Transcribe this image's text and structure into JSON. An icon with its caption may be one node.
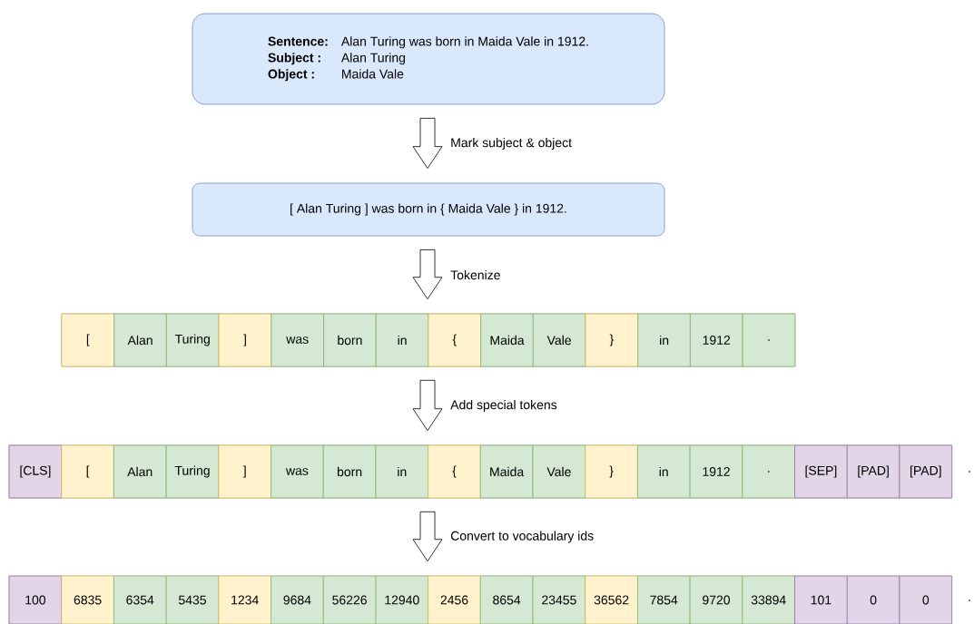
{
  "diagram": {
    "nodes": [
      {
        "text": [
          "Sentence:",
          "Alan Turing was born in Maida Vale in 1912.",
          "Subject   :",
          "Alan Turing",
          "Object     :",
          "Maida Vale"
        ]
      },
      {
        "text": [
          "[ Alan Turing ] was born in { Maida Vale } in 1912."
        ]
      },
      {
        "text": [],
        "shape": "bar"
      },
      {
        "text": [
          "["
        ],
        "in": 2
      },
      {
        "text": [
          "Alan"
        ],
        "in": 2
      },
      {
        "text": [
          "Turing"
        ],
        "in": 2
      },
      {
        "text": [
          "]"
        ],
        "in": 2
      },
      {
        "text": [
          "was"
        ],
        "in": 2
      },
      {
        "text": [
          "born"
        ],
        "in": 2
      },
      {
        "text": [
          "in"
        ],
        "in": 2
      },
      {
        "text": [
          "{"
        ],
        "in": 2
      },
      {
        "text": [
          "Maida"
        ],
        "in": 2
      },
      {
        "text": [
          "Vale"
        ],
        "in": 2
      },
      {
        "text": [
          "}"
        ],
        "in": 2
      },
      {
        "text": [
          "in"
        ],
        "in": 2
      },
      {
        "text": [
          "1912"
        ],
        "in": 2
      },
      {
        "text": [
          "."
        ],
        "in": 2
      },
      {
        "text": [],
        "shape": "bar"
      },
      {
        "text": [
          "[CLS]"
        ],
        "in": 17
      },
      {
        "text": [
          "["
        ],
        "in": 17
      },
      {
        "text": [
          "Alan"
        ],
        "in": 17
      },
      {
        "text": [
          "Turing"
        ],
        "in": 17
      },
      {
        "text": [
          "]"
        ],
        "in": 17
      },
      {
        "text": [
          "was"
        ],
        "in": 17
      },
      {
        "text": [
          "born"
        ],
        "in": 17
      },
      {
        "text": [
          "in"
        ],
        "in": 17
      },
      {
        "text": [
          "{"
        ],
        "in": 17
      },
      {
        "text": [
          "Maida"
        ],
        "in": 17
      },
      {
        "text": [
          "Vale"
        ],
        "in": 17
      },
      {
        "text": [
          "}"
        ],
        "in": 17
      },
      {
        "text": [
          "in"
        ],
        "in": 17
      },
      {
        "text": [
          "1912"
        ],
        "in": 17
      },
      {
        "text": [
          "."
        ],
        "in": 17
      },
      {
        "text": [
          "[SEP]"
        ],
        "in": 17
      },
      {
        "text": [
          "[PAD]"
        ],
        "in": 17
      },
      {
        "text": [
          "[PAD]"
        ],
        "in": 17
      },
      {
        "text": [],
        "shape": "bar"
      },
      {
        "text": [
          "100"
        ],
        "in": 36
      },
      {
        "text": [
          "6835"
        ],
        "in": 36
      },
      {
        "text": [
          "6354"
        ],
        "in": 36
      },
      {
        "text": [
          "5435"
        ],
        "in": 36
      },
      {
        "text": [
          "1234"
        ],
        "in": 36
      },
      {
        "text": [
          "9684"
        ],
        "in": 36
      },
      {
        "text": [
          "56226"
        ],
        "in": 36
      },
      {
        "text": [
          "12940"
        ],
        "in": 36
      },
      {
        "text": [
          "2456"
        ],
        "in": 36
      },
      {
        "text": [
          "8654"
        ],
        "in": 36
      },
      {
        "text": [
          "23455"
        ],
        "in": 36
      },
      {
        "text": [
          "36562"
        ],
        "in": 36
      },
      {
        "text": [
          "7854"
        ],
        "in": 36
      },
      {
        "text": [
          "9720"
        ],
        "in": 36
      },
      {
        "text": [
          "33894"
        ],
        "in": 36
      },
      {
        "text": [
          "101"
        ],
        "in": 36
      },
      {
        "text": [
          "0"
        ],
        "in": 36
      },
      {
        "text": [
          "0"
        ],
        "in": 36
      }
    ],
    "edges": [
      {
        "from": 0,
        "to": 1,
        "arrow": "to",
        "label": "Mark subject & object"
      },
      {
        "from": 1,
        "to": 2,
        "arrow": "to",
        "label": "Tokenize"
      },
      {
        "from": 2,
        "to": 17,
        "arrow": "to",
        "label": "Add special tokens"
      },
      {
        "from": 17,
        "to": 36,
        "arrow": "to",
        "label": "Convert to vocabulary ids"
      }
    ],
    "labels": [
      ".",
      "."
    ]
  }
}
